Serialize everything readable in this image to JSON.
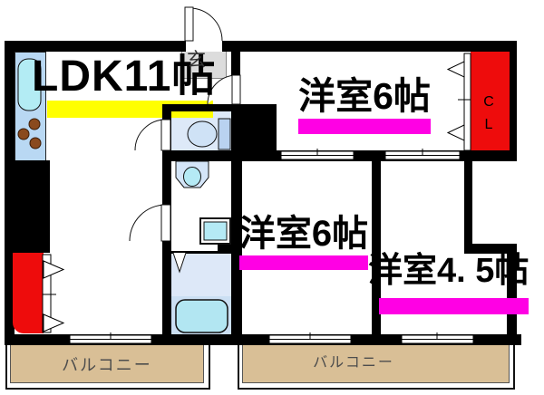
{
  "floorplan": {
    "rooms": {
      "ldk": {
        "label": "LDK11帖",
        "highlight_color": "#ffff00"
      },
      "bedroom_top_right": {
        "label": "洋室6帖",
        "highlight_color": "#ff00e4"
      },
      "bedroom_middle": {
        "label": "洋室6帖",
        "highlight_color": "#ff00e4"
      },
      "bedroom_small": {
        "label": "洋室4. 5帖",
        "highlight_color": "#ff00e4"
      }
    },
    "areas": {
      "entrance": {
        "label": "玄"
      },
      "closet_cl": {
        "label": "CL"
      },
      "balcony_left": {
        "label": "バルコニー"
      },
      "balcony_right": {
        "label": "バルコニー"
      }
    },
    "colors": {
      "wall": "#000000",
      "closet_red": "#ee0c0c",
      "balcony_floor": "#d9bf96",
      "highlight_yellow": "#ffff00",
      "highlight_magenta": "#ff00e4"
    }
  }
}
